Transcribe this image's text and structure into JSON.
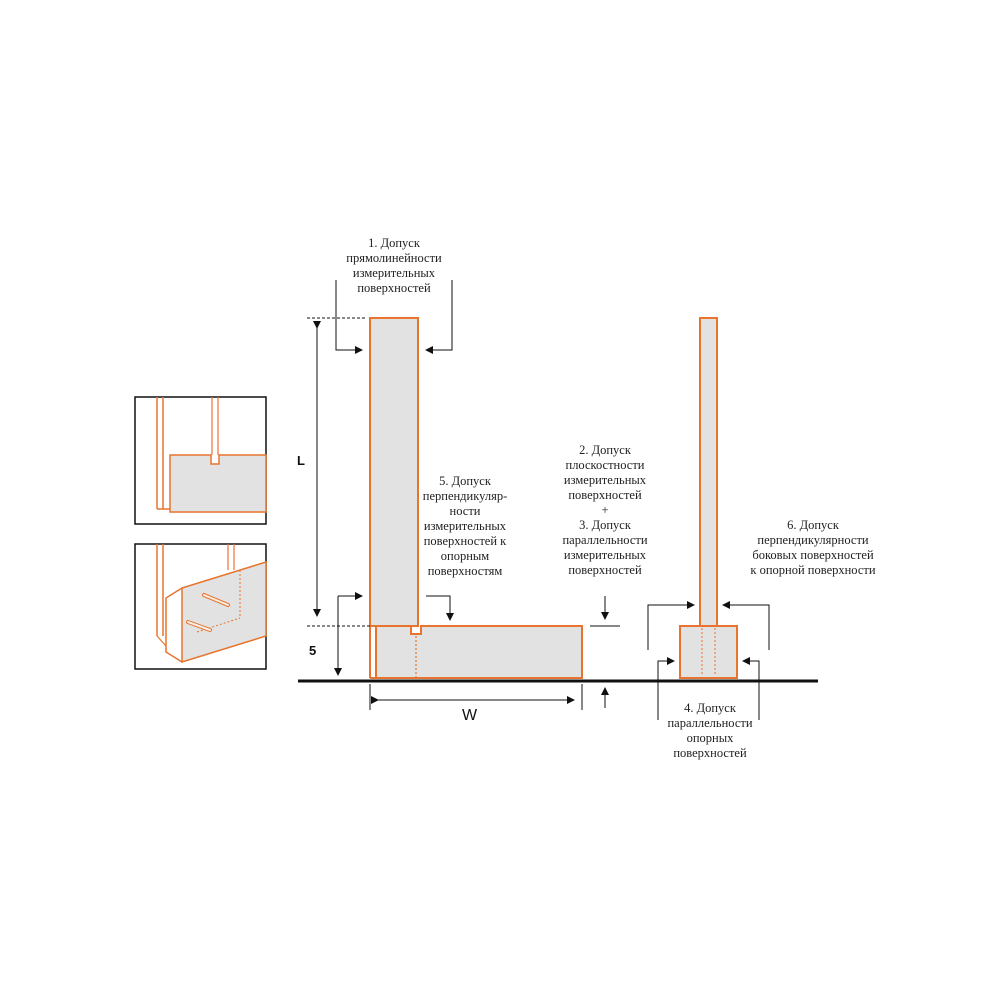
{
  "colors": {
    "outline": "#e8742d",
    "fill": "#e2e2e2",
    "line": "#111111",
    "text": "#222222"
  },
  "dimensions": {
    "L": "L",
    "five": "5",
    "W": "W"
  },
  "labels": {
    "t1": [
      "1. Допуск",
      "прямолинейности",
      "измерительных",
      "поверхностей"
    ],
    "t2": [
      "2. Допуск",
      "плоскостности",
      "измерительных",
      "поверхностей",
      "+",
      "3. Допуск",
      "параллельности",
      "измерительных",
      "поверхностей"
    ],
    "t4": [
      "4. Допуск",
      "параллельности",
      "опорных",
      "поверхностей"
    ],
    "t5": [
      "5. Допуск",
      "перпендикуляр-",
      "ности",
      "измерительных",
      "поверхностей к",
      "опорным",
      "поверхностям"
    ],
    "t6": [
      "6. Допуск",
      "перпендикулярности",
      "боковых поверхностей",
      "к опорной поверхности"
    ]
  }
}
